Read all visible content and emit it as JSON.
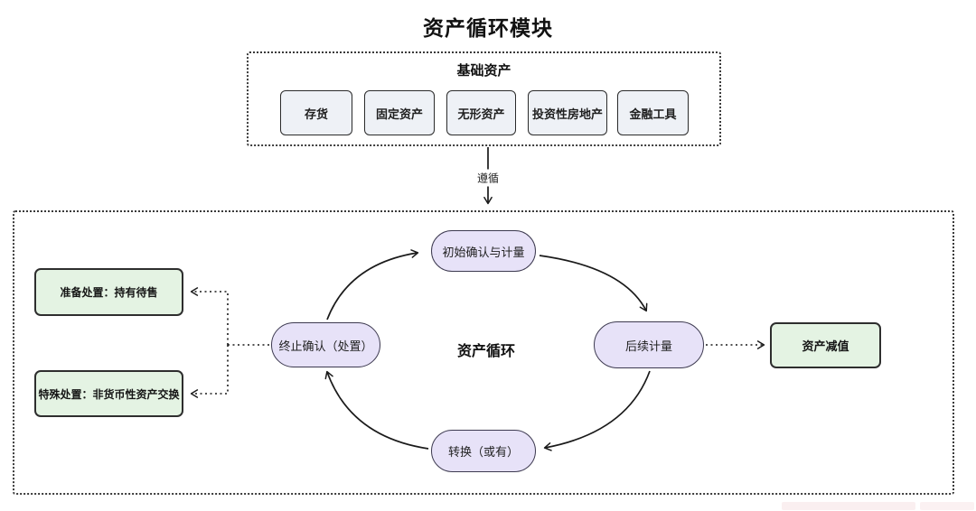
{
  "title": "资产循环模块",
  "base_assets": {
    "title": "基础资产",
    "items": [
      {
        "label": "存货"
      },
      {
        "label": "固定资产"
      },
      {
        "label": "无形资产"
      },
      {
        "label": "投资性房地产"
      },
      {
        "label": "金融工具"
      }
    ]
  },
  "flow": {
    "follow_label": "遵循"
  },
  "cycle": {
    "center_label": "资产循环",
    "nodes": {
      "initial": "初始确认与计量",
      "subsequent": "后续计量",
      "conversion": "转换（或有）",
      "derecognition": "终止确认（处置）"
    }
  },
  "annotations": {
    "held_for_sale": "准备处置：持有待售",
    "nonmonetary_exchange": "特殊处置：非货币性资产交换",
    "impairment": "资产减值"
  },
  "colors": {
    "purple_fill": "#e7e2f8",
    "purple_border": "#3d3a50",
    "green_fill": "#e4f3e3",
    "green_border": "#2e2e2e",
    "asset_fill": "#eef1f6",
    "asset_border": "#2b2b2b",
    "dash_border": "#3a3a3a",
    "line_color": "#1a1a1a"
  }
}
